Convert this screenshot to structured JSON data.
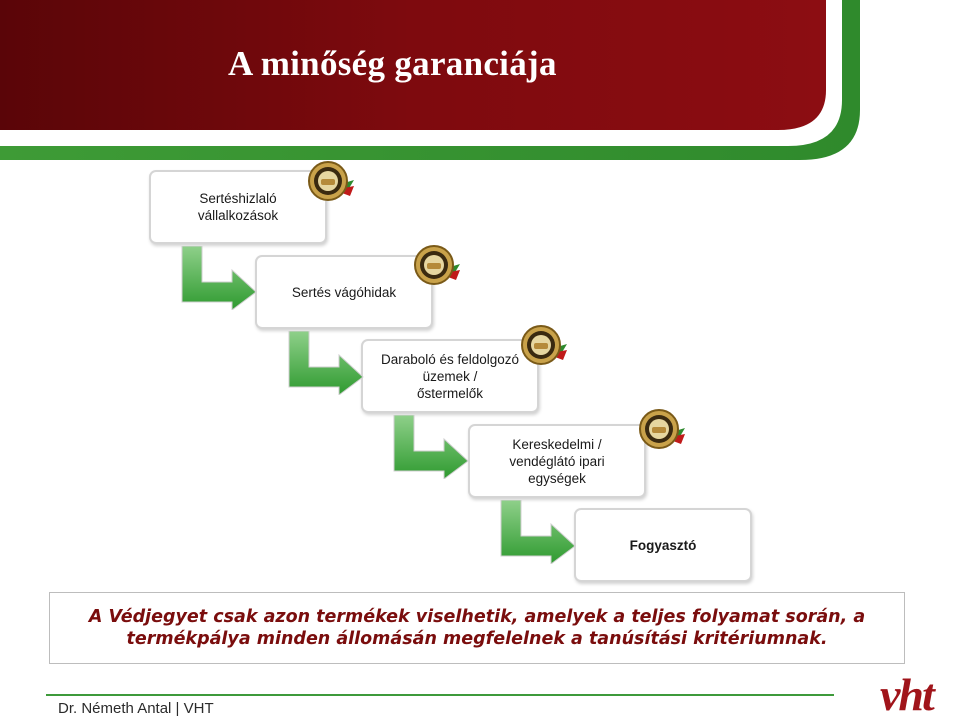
{
  "slide": {
    "title": "A minőség garanciája",
    "colors": {
      "banner_red": "#7e0a0e",
      "banner_green": "#3a9a33",
      "arrow_green": "#2e9a2f",
      "statement_text": "#7a0d0d"
    }
  },
  "steps": [
    {
      "label": "Sertéshizlaló\nvállalkozások"
    },
    {
      "label": "Sertés vágóhidak"
    },
    {
      "label": "Daraboló és feldolgozó\nüzemek /\nőstermelők"
    },
    {
      "label": "Kereskedelmi /\nvendéglátó ipari\negységek"
    },
    {
      "label": "Fogyasztó"
    }
  ],
  "statement": {
    "text": "A Védjegyet csak azon termékek viselhetik, amelyek a teljes folyamat során, a\ntermékpálya minden állomásán megfelelnek a tanúsítási kritériumnak."
  },
  "footer": {
    "author": "Dr. Németh Antal | VHT",
    "logo": "vht"
  },
  "icons": [
    "quality-seal-icon",
    "down-right-arrow-icon"
  ]
}
